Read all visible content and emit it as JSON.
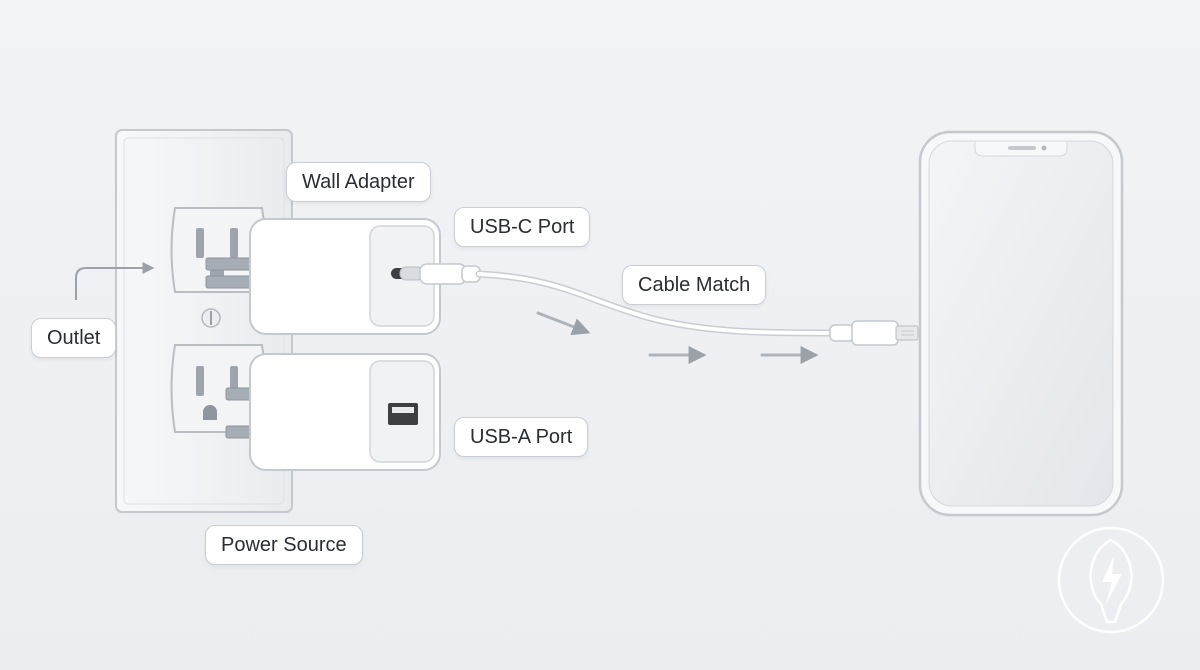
{
  "labels": {
    "wall_adapter": "Wall Adapter",
    "usb_c_port": "USB-C Port",
    "cable_match": "Cable Match",
    "outlet": "Outlet",
    "usb_a_port": "USB-A Port",
    "power_source": "Power Source"
  },
  "icons": {
    "outlet": "wall-outlet-icon",
    "usb_c_adapter": "usb-c-adapter-icon",
    "usb_a_adapter": "usb-a-adapter-icon",
    "cable": "usb-c-to-lightning-cable-icon",
    "phone": "smartphone-icon",
    "badge": "lightning-bolt-badge-icon"
  },
  "colors": {
    "background": "#eef0f3",
    "device_white": "#ffffff",
    "outline": "#c4c9cf",
    "arrow": "#9aa1a9",
    "port_dark": "#3d3f43",
    "badge": "#ffffff"
  }
}
